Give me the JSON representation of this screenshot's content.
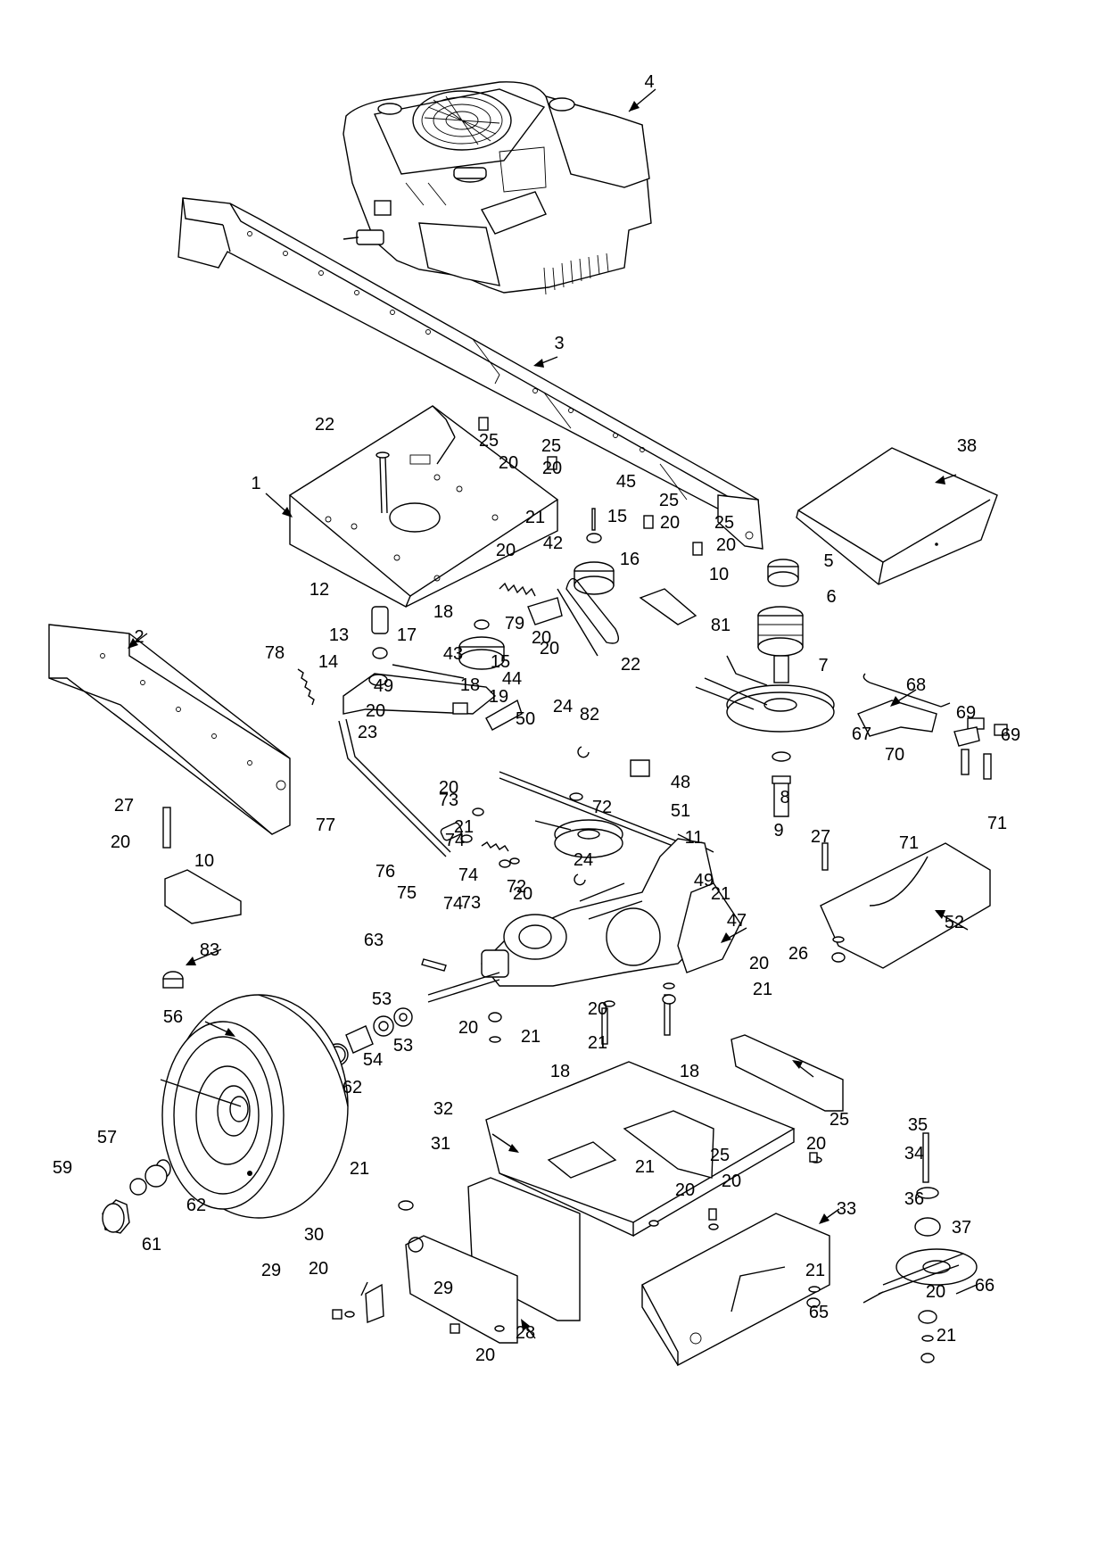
{
  "callouts": [
    "4",
    "3",
    "22",
    "25",
    "20",
    "25",
    "20",
    "38",
    "1",
    "45",
    "25",
    "20",
    "25",
    "20",
    "21",
    "15",
    "42",
    "20",
    "16",
    "10",
    "5",
    "6",
    "12",
    "18",
    "79",
    "13",
    "17",
    "43",
    "20",
    "2",
    "20",
    "22",
    "81",
    "7",
    "78",
    "14",
    "15",
    "44",
    "18",
    "82",
    "49",
    "19",
    "68",
    "69",
    "69",
    "20",
    "23",
    "50",
    "24",
    "48",
    "67",
    "70",
    "8",
    "27",
    "73",
    "20",
    "72",
    "9",
    "71",
    "71",
    "77",
    "21",
    "74",
    "51",
    "74",
    "20",
    "76",
    "75",
    "24",
    "11",
    "27",
    "72",
    "49",
    "20",
    "10",
    "74",
    "73",
    "21",
    "47",
    "52",
    "63",
    "83",
    "20",
    "21",
    "56",
    "53",
    "20",
    "20",
    "21",
    "21",
    "18",
    "18",
    "53",
    "54",
    "26",
    "62",
    "32",
    "25",
    "35",
    "20",
    "57",
    "31",
    "21",
    "21",
    "25",
    "34",
    "59",
    "62",
    "20",
    "36",
    "61",
    "33",
    "30",
    "29",
    "20",
    "20",
    "37",
    "21",
    "66",
    "65",
    "20",
    "29",
    "20",
    "28",
    "21"
  ],
  "parts": {
    "engine": "4",
    "main_frame": "3",
    "left_rail": "2",
    "mount_plate": "1",
    "cover_plate": "38",
    "engine_pulley": "6",
    "drive_pulley": "7",
    "transmission": "47",
    "wheel": "56",
    "deck_plate": "32",
    "rear_bracket": "33",
    "shield": "52",
    "idler_assembly": "37"
  }
}
